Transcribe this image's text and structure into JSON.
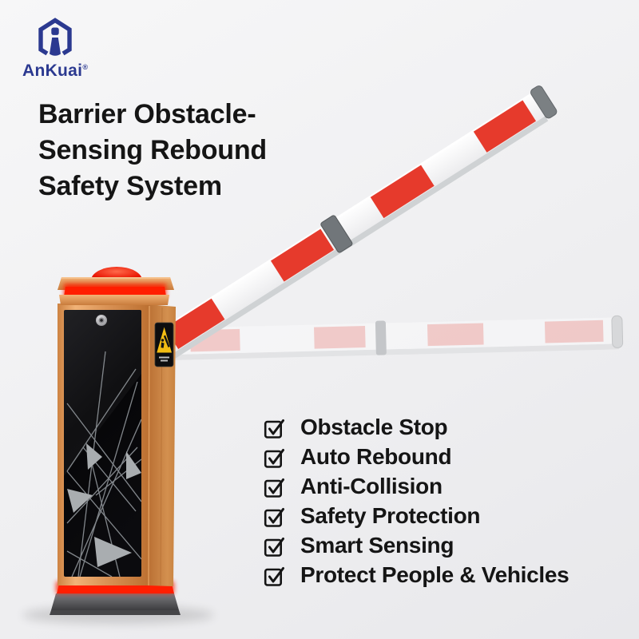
{
  "brand": {
    "name": "AnKuai",
    "registered_mark": "®",
    "logo_icon": "ankuai-house-i-logo"
  },
  "title": {
    "lines": [
      "Barrier Obstacle-",
      "Sensing Rebound",
      "Safety System"
    ]
  },
  "checklist": {
    "checkbox_icon": "checkbox-checked-icon",
    "items": [
      "Obstacle Stop",
      "Auto Rebound",
      "Anti-Collision",
      "Safety Protection",
      "Smart Sensing",
      "Protect People & Vehicles"
    ]
  },
  "product": {
    "description": "barrier-gate-cabinet-with-boom-arm-raised-and-ghost-horizontal-position",
    "warning_label_icon": "crush-hazard-warning-icon",
    "colors": {
      "background": "#efeff1",
      "text_ink": "#151515",
      "brand_blue": "#2b3990",
      "cabinet_copper": "#d98f53",
      "front_panel_black": "#0a0a0c",
      "led_red": "#ff1e00",
      "boom_white": "#fbfbfc",
      "boom_stripe_red": "#e63a2c",
      "boom_stripe_ghost_pink": "#f2a9a5",
      "base_gray": "#4a4a4d"
    }
  }
}
